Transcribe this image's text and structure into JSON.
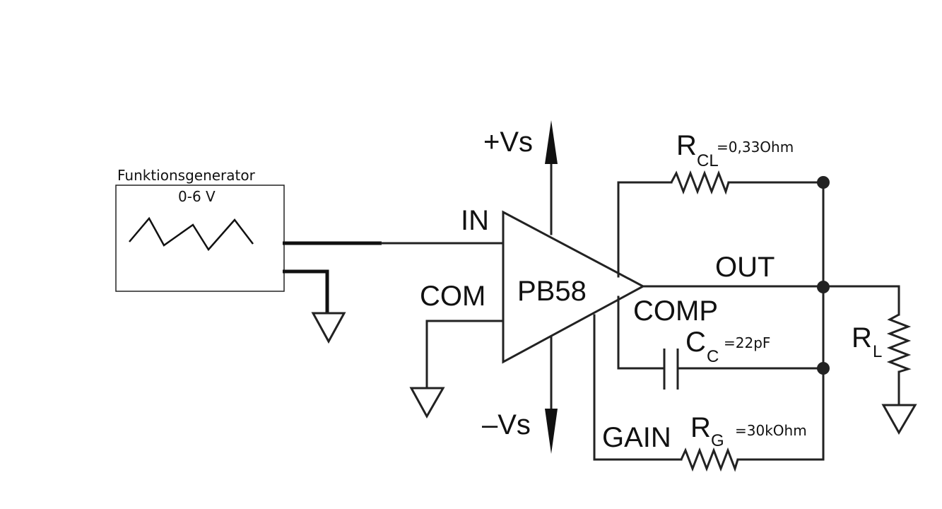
{
  "generator": {
    "title": "Funktionsgenerator",
    "range": "0-6 V"
  },
  "amplifier": {
    "name": "PB58",
    "pins": {
      "in": "IN",
      "com": "COM",
      "out": "OUT",
      "comp": "COMP",
      "gain": "GAIN"
    }
  },
  "supplies": {
    "positive": "+Vs",
    "negative": "–Vs"
  },
  "components": {
    "rcl": {
      "symbol": "R",
      "subscript": "CL",
      "value": "=0,33Ohm"
    },
    "cc": {
      "symbol": "C",
      "subscript": "C",
      "value": "=22pF"
    },
    "rg": {
      "symbol": "R",
      "subscript": "G",
      "value": "=30kOhm"
    },
    "rl": {
      "symbol": "R",
      "subscript": "L"
    }
  }
}
